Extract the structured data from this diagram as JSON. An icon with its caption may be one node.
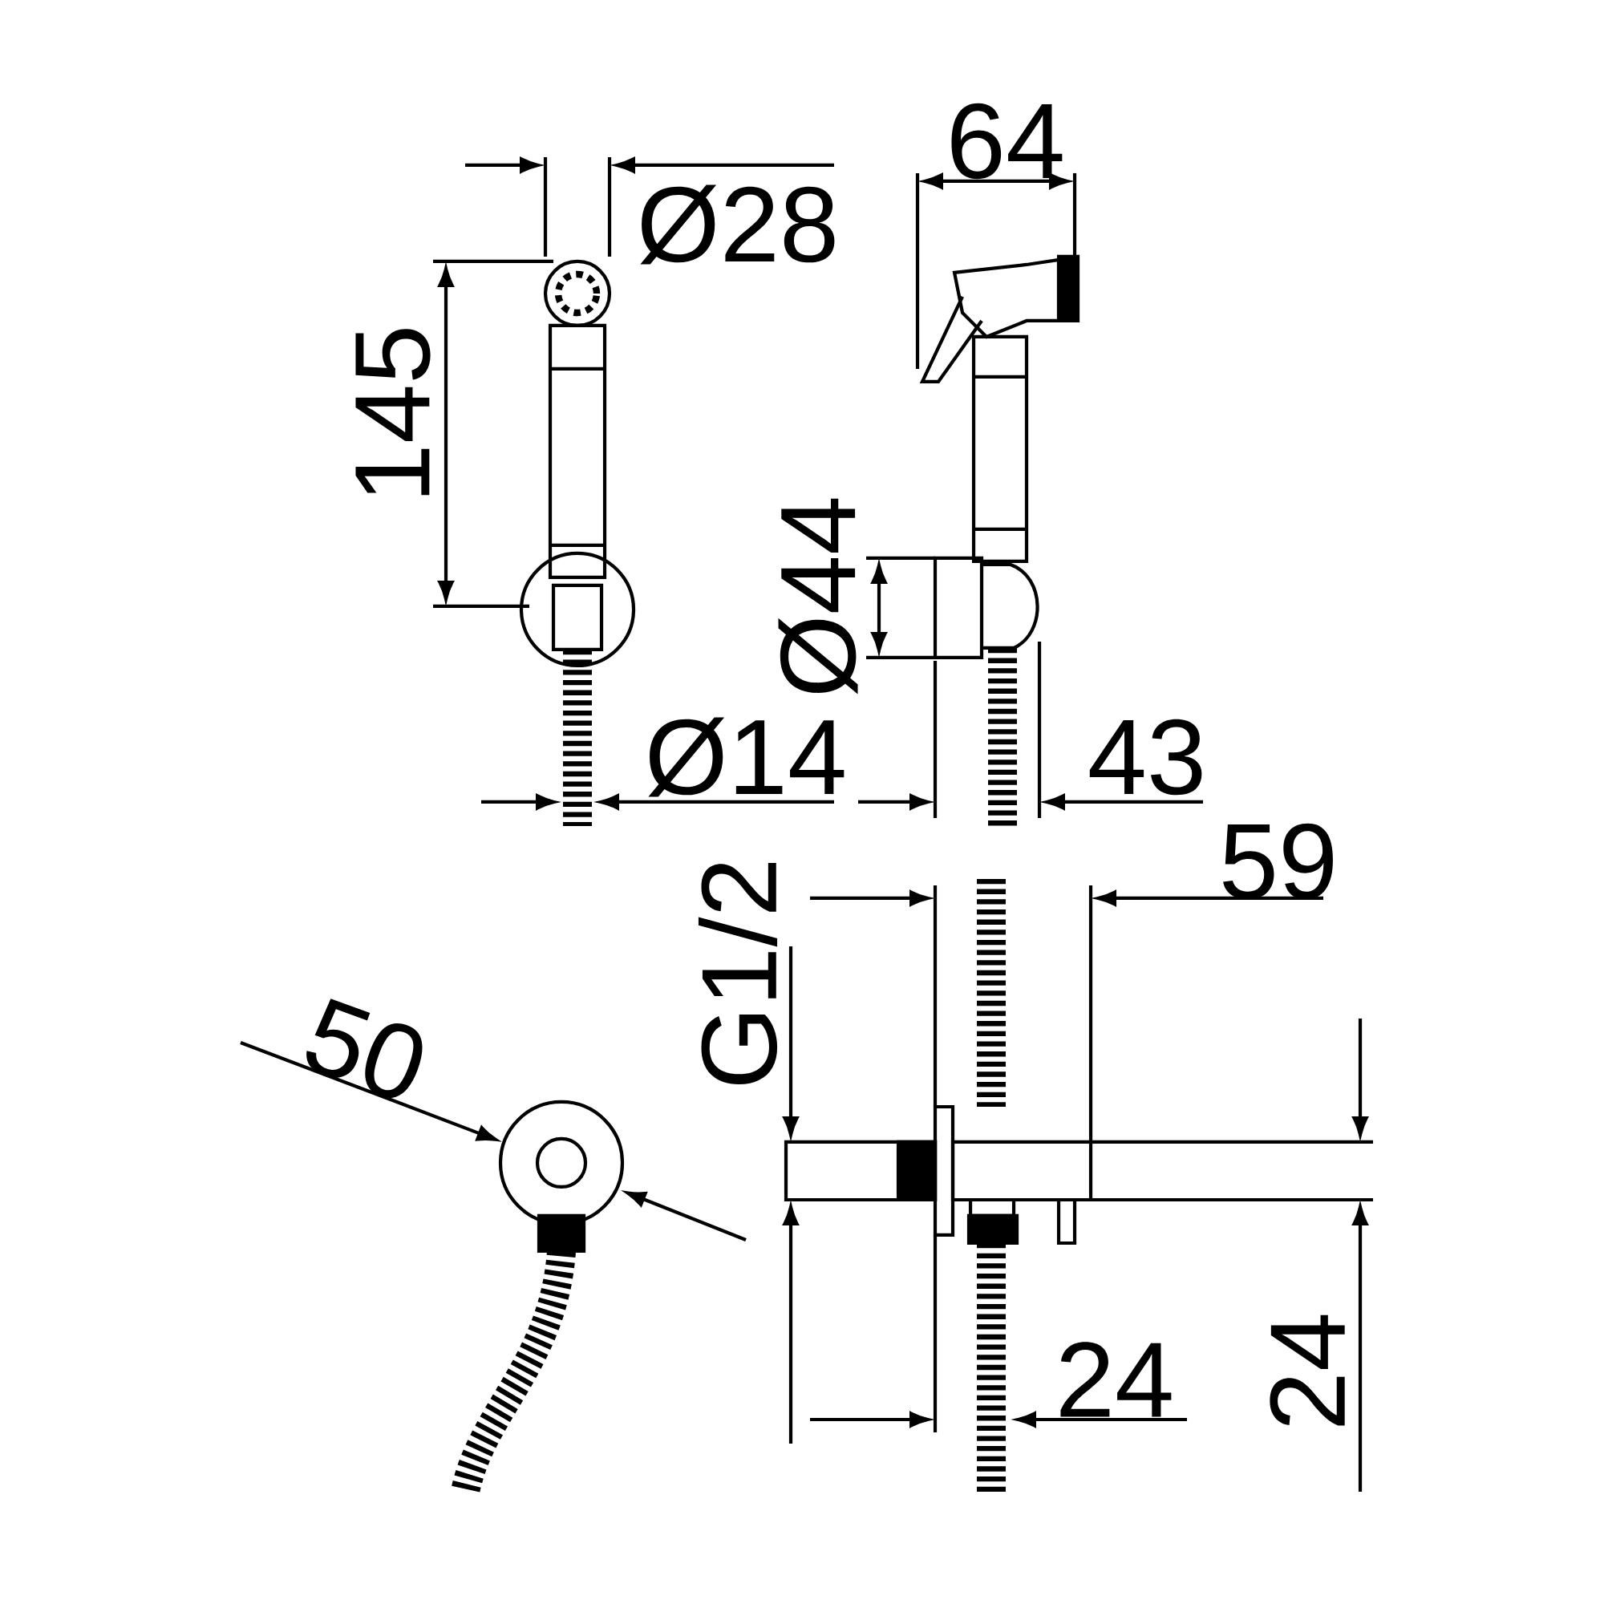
{
  "diagram": {
    "labels": [
      "64",
      "Ø28",
      "145",
      "Ø44",
      "Ø14",
      "43",
      "59",
      "G1/2",
      "50",
      "24",
      "24"
    ]
  }
}
